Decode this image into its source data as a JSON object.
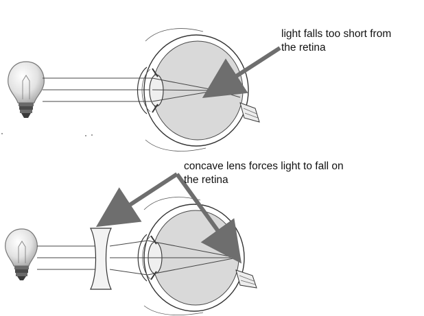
{
  "annotations": {
    "top": {
      "line1": "light falls too short from",
      "line2": "the retina"
    },
    "bottom": {
      "line1": "concave lens forces light to fall on",
      "line2": "the retina"
    }
  },
  "colors": {
    "arrow": "#6e6e6e",
    "eyeball_fill": "#d9d9d9",
    "outline": "#333333",
    "bulb_glass": "#dcdcdc",
    "bulb_base": "#555555"
  },
  "icons": [
    "light-bulb-icon",
    "eye-icon",
    "concave-lens-icon",
    "arrow-icon"
  ]
}
